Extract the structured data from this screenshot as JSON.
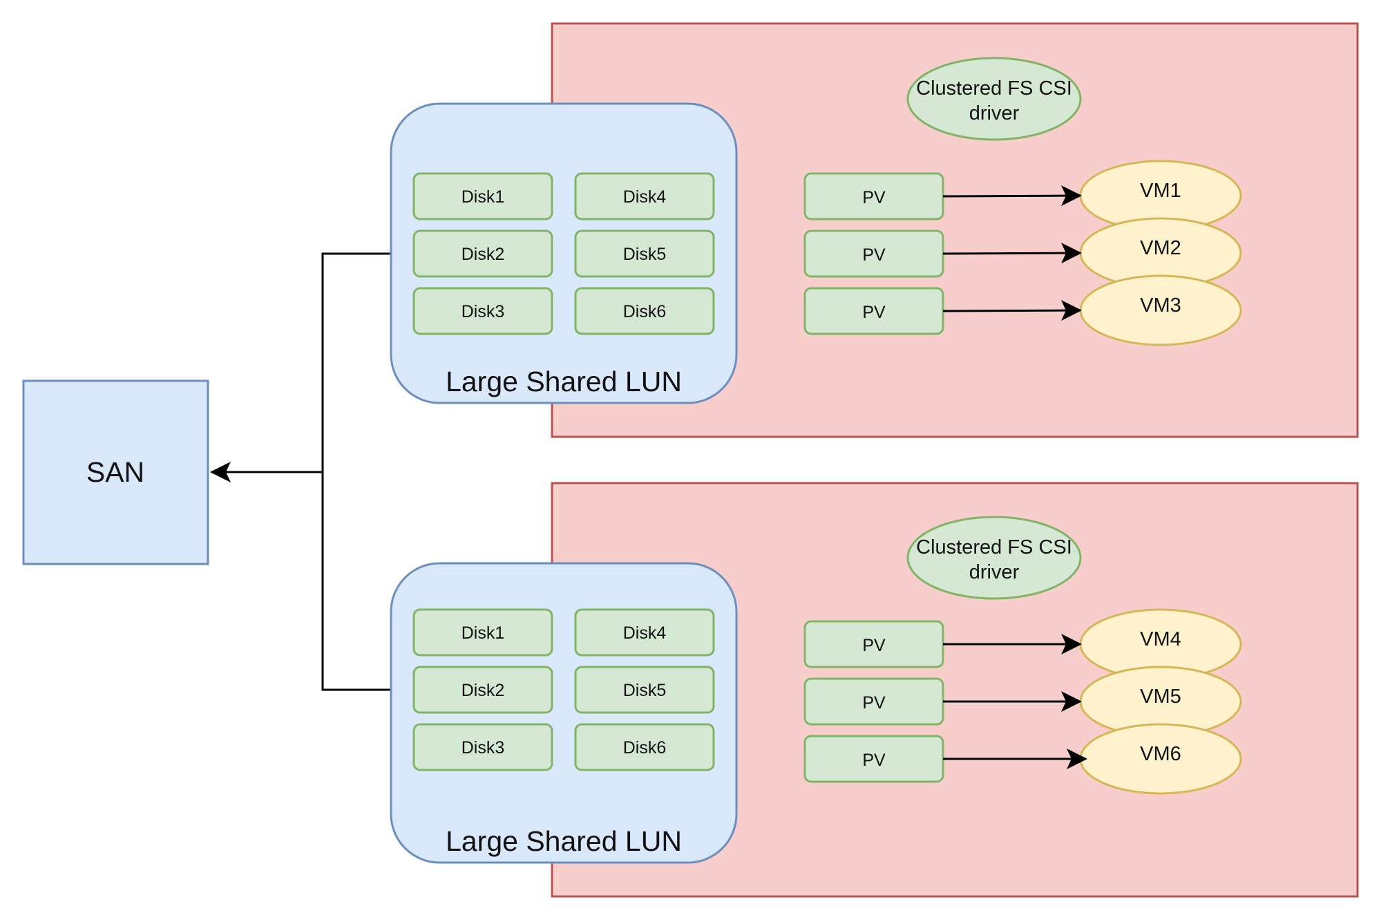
{
  "diagram": {
    "san": {
      "label": "SAN"
    },
    "clusters": [
      {
        "lun_label": "Large Shared LUN",
        "disks": [
          "Disk1",
          "Disk2",
          "Disk3",
          "Disk4",
          "Disk5",
          "Disk6"
        ],
        "csi_driver": {
          "line1": "Clustered FS CSI",
          "line2": "driver"
        },
        "pvs": [
          "PV",
          "PV",
          "PV"
        ],
        "vms": [
          "VM1",
          "VM2",
          "VM3"
        ]
      },
      {
        "lun_label": "Large Shared LUN",
        "disks": [
          "Disk1",
          "Disk2",
          "Disk3",
          "Disk4",
          "Disk5",
          "Disk6"
        ],
        "csi_driver": {
          "line1": "Clustered FS CSI",
          "line2": "driver"
        },
        "pvs": [
          "PV",
          "PV",
          "PV"
        ],
        "vms": [
          "VM4",
          "VM5",
          "VM6"
        ]
      }
    ],
    "colors": {
      "zone_fill": "#f8cecc",
      "zone_stroke": "#b85450",
      "lun_fill": "#dae8fc",
      "lun_stroke": "#6c8ebf",
      "disk_fill": "#d5e8d4",
      "disk_stroke": "#82b366",
      "vm_fill": "#fff2cc",
      "vm_stroke": "#d6b656"
    }
  }
}
